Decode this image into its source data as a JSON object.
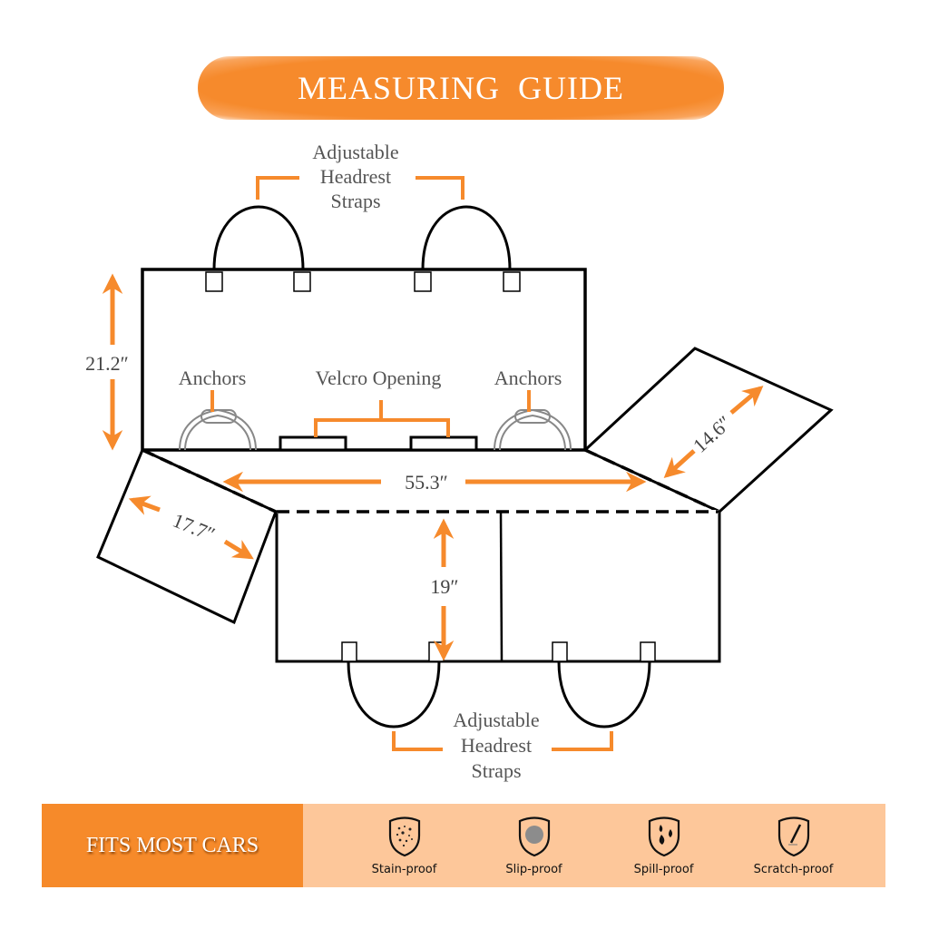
{
  "title": "MEASURING GUIDE",
  "colors": {
    "accent": "#f68a2c",
    "footer_light": "#fdc79a",
    "line": "#000000",
    "label": "#555555"
  },
  "labels": {
    "top_straps": [
      "Adjustable",
      "Headrest",
      "Straps"
    ],
    "bottom_straps": [
      "Adjustable",
      "Headrest",
      "Straps"
    ],
    "anchors_left": "Anchors",
    "anchors_right": "Anchors",
    "velcro": "Velcro Opening"
  },
  "dimensions": {
    "backrest_height": "21.2″",
    "width": "55.3″",
    "seat_depth": "19″",
    "left_flap": "17.7″",
    "right_flap": "14.6″"
  },
  "footer": {
    "banner": "FITS MOST CARS",
    "features": [
      {
        "icon": "stain-shield-icon",
        "label": "Stain-proof"
      },
      {
        "icon": "slip-shield-icon",
        "label": "Slip-proof"
      },
      {
        "icon": "spill-shield-icon",
        "label": "Spill-proof"
      },
      {
        "icon": "scratch-shield-icon",
        "label": "Scratch-proof"
      }
    ]
  }
}
